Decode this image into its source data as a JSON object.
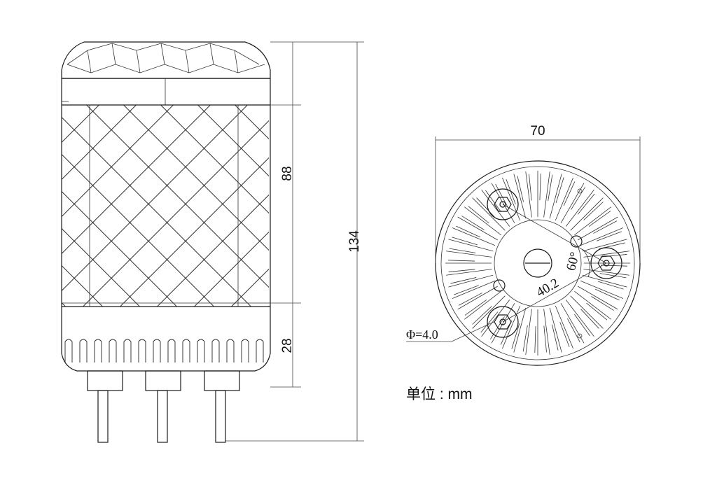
{
  "side_view": {
    "height_overall": "134",
    "height_body": "88",
    "height_base": "28"
  },
  "end_view": {
    "diameter": "70",
    "hole_diameter": "Φ=4.0",
    "bolt_circle": "40.2",
    "bolt_angle": "60°"
  },
  "units_label": "单位 : mm",
  "colors": {
    "line": "#1a1a1a",
    "background": "#ffffff"
  }
}
